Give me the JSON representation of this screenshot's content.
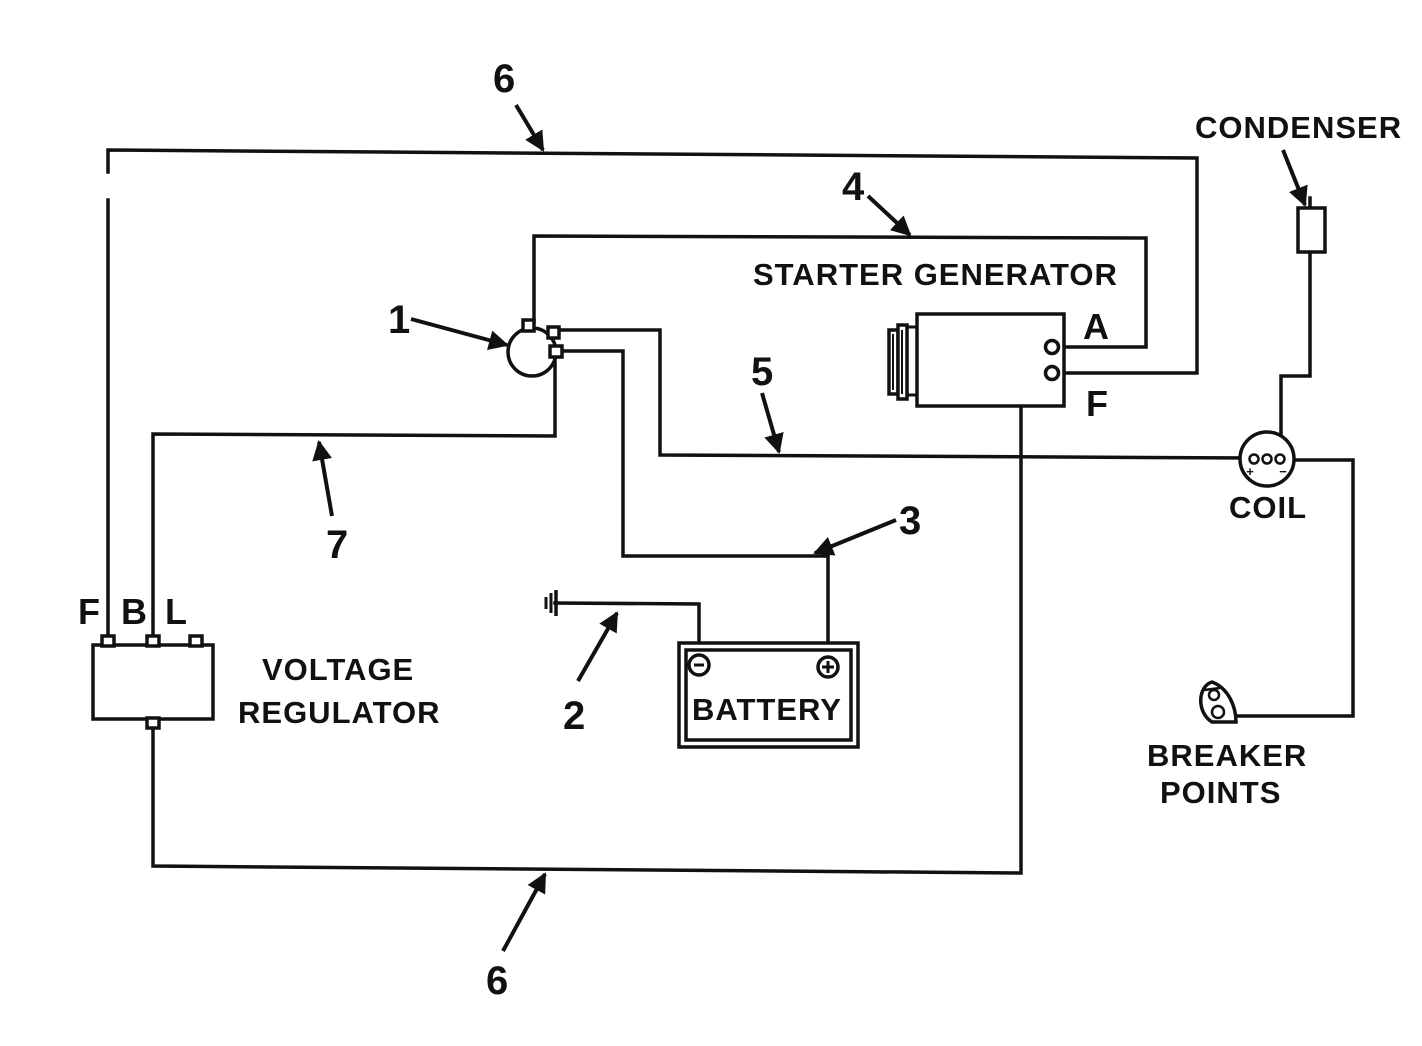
{
  "components": {
    "condenser": "CONDENSER",
    "starter_generator": "STARTER GENERATOR",
    "coil": "COIL",
    "voltage_regulator_line1": "VOLTAGE",
    "voltage_regulator_line2": "REGULATOR",
    "battery": "BATTERY",
    "breaker_points_line1": "BREAKER",
    "breaker_points_line2": "POINTS"
  },
  "terminals": {
    "generator_a": "A",
    "generator_f": "F",
    "regulator_f": "F",
    "regulator_b": "B",
    "regulator_l": "L",
    "battery_negative": "⊖",
    "battery_positive": "⊕",
    "coil_positive": "+",
    "coil_negative": "−"
  },
  "callouts": {
    "c1": "1",
    "c2": "2",
    "c3": "3",
    "c4": "4",
    "c5": "5",
    "c6_top": "6",
    "c6_bottom": "6",
    "c7": "7"
  }
}
